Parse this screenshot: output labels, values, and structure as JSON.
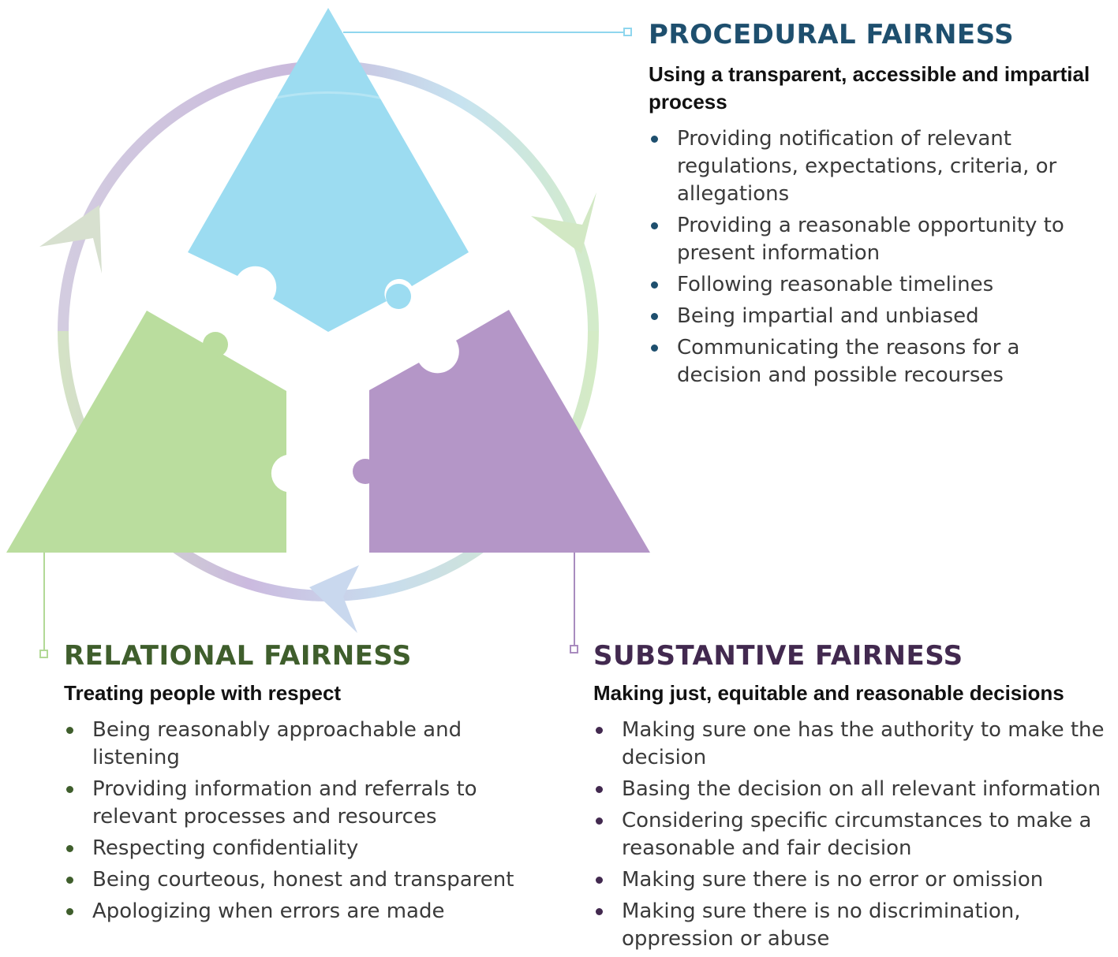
{
  "colors": {
    "procedural": "#9cdcf1",
    "relational": "#badd9e",
    "substantive": "#b496c7",
    "procedural_heading": "#1e4f6e",
    "relational_heading": "#3f5e2c",
    "substantive_heading": "#42294f"
  },
  "procedural": {
    "title": "PROCEDURAL FAIRNESS",
    "subtitle": "Using a transparent, accessible and impartial process",
    "items": [
      "Providing notification of relevant regulations, expectations, criteria, or allegations",
      "Providing a reasonable opportunity to present information",
      "Following reasonable timelines",
      "Being impartial and unbiased",
      "Communicating the reasons for a decision and possible recourses"
    ]
  },
  "relational": {
    "title": "RELATIONAL FAIRNESS",
    "subtitle": "Treating people with respect",
    "items": [
      "Being reasonably approachable and listening",
      "Providing information and referrals to relevant processes and resources",
      "Respecting confidentiality",
      "Being courteous, honest and transparent",
      "Apologizing when errors are made"
    ]
  },
  "substantive": {
    "title": "SUBSTANTIVE FAIRNESS",
    "subtitle": "Making just, equitable and reasonable decisions",
    "items": [
      "Making sure one has the authority to make the decision",
      "Basing the decision on all relevant information",
      "Considering specific circumstances to make a reasonable and fair decision",
      "Making sure there is no error or omission",
      "Making sure there is no discrimination, oppression or abuse"
    ]
  }
}
